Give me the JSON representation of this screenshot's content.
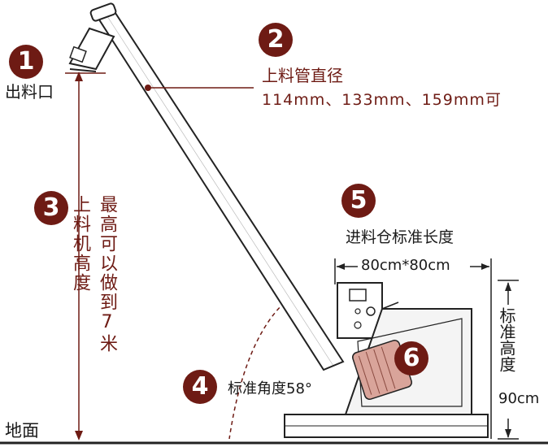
{
  "colors": {
    "accent": "#6e1b14",
    "line": "#222222",
    "dim": "#6e1b14",
    "hopper_fill": "#f4f4f4",
    "motor_fill": "#d9a49a"
  },
  "labels": {
    "outlet": "出料口",
    "ground": "地面",
    "tube_title": "上料管直径",
    "tube_sizes": "114mm、133mm、159mm可",
    "height_title": "上料机高度",
    "height_max": "最高可以做到7米",
    "hopper_title": "进料仓标准长度",
    "hopper_size": "80cm*80cm",
    "std_height_title": "标准高度",
    "std_height_value": "90cm",
    "angle": "标准角度58°"
  },
  "badges": {
    "b1": "1",
    "b2": "2",
    "b3": "3",
    "b4": "4",
    "b5": "5",
    "b6": "6"
  }
}
